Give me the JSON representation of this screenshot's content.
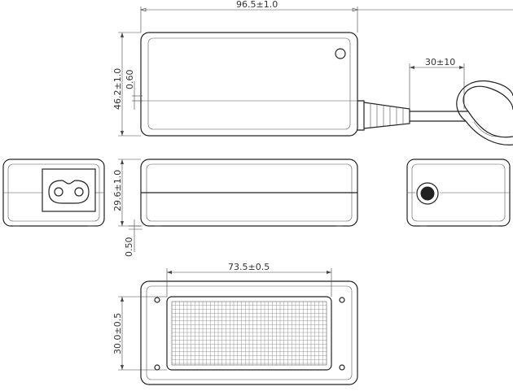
{
  "dimensions": {
    "overall_length": "96.5±1.0",
    "width": "46.2±1.0",
    "edge_offset": "0.60",
    "cord_relief": "30±10",
    "height": "29.6±1.0",
    "foot_height": "0.50",
    "vent_length": "73.5±0.5",
    "vent_width": "30.0±0.5"
  }
}
